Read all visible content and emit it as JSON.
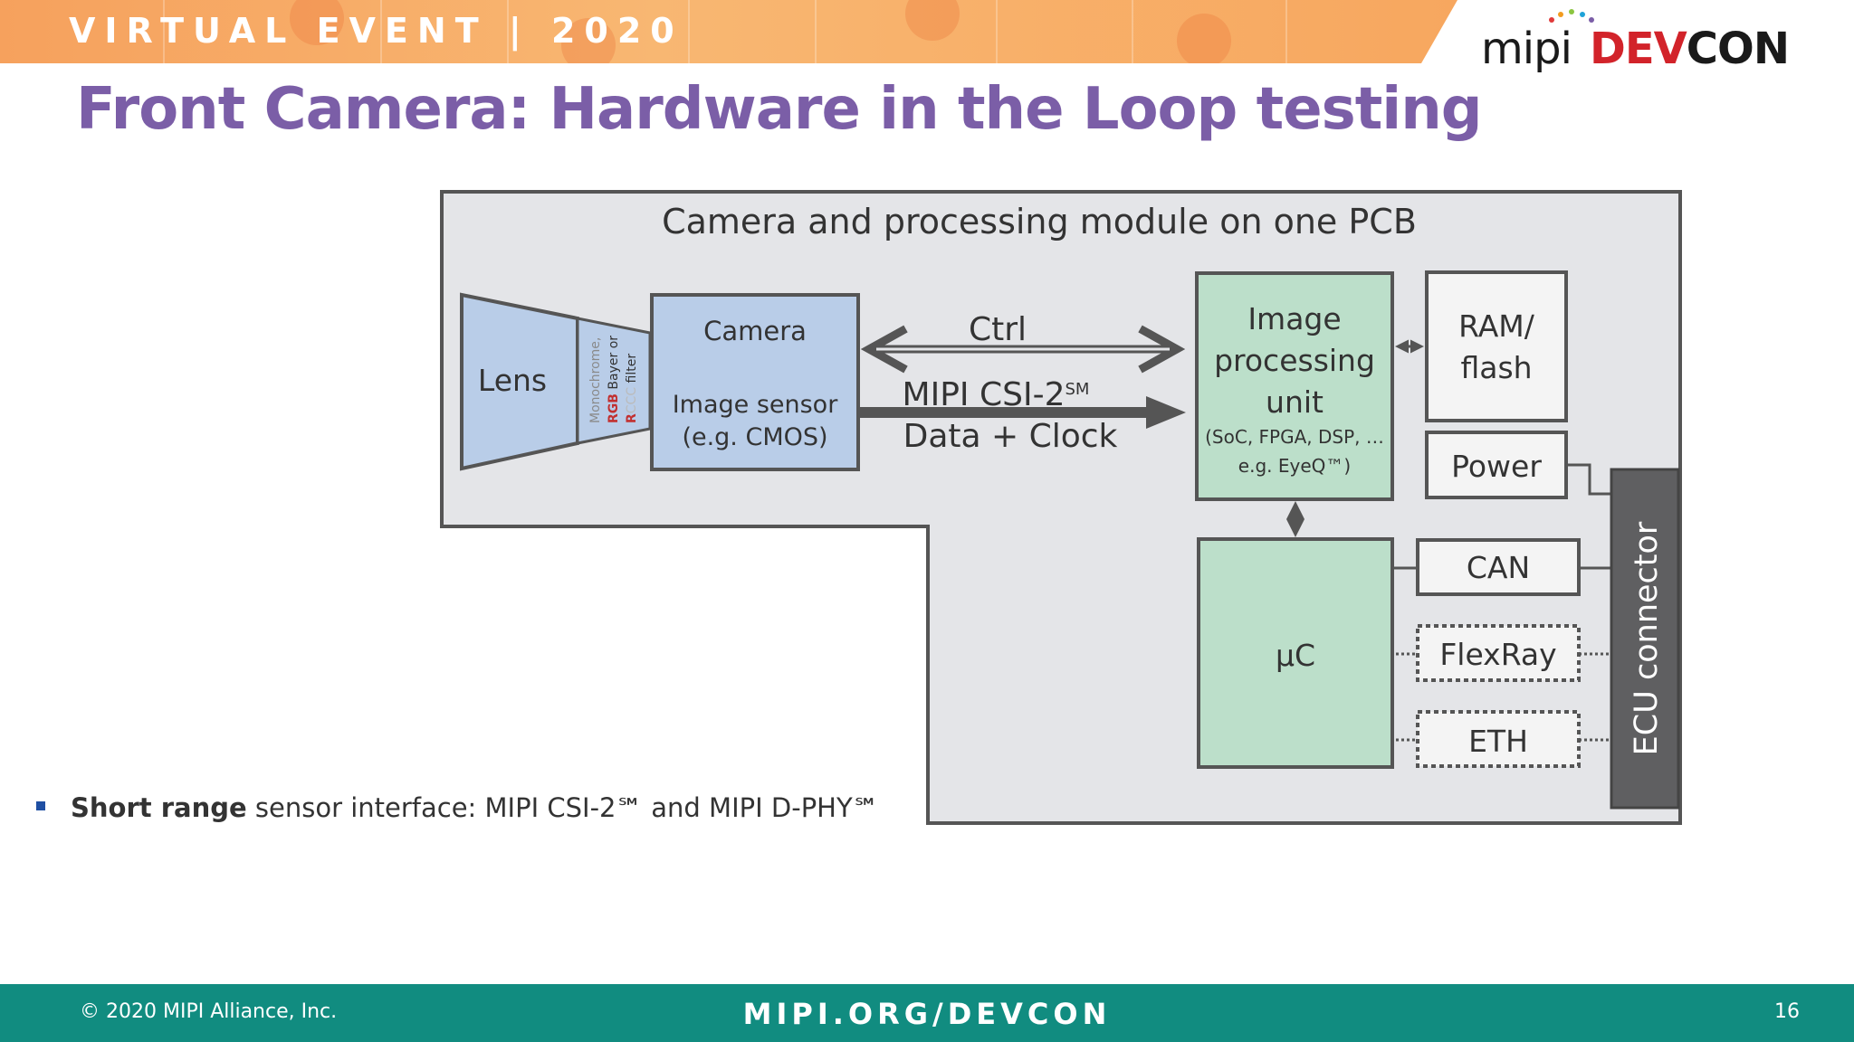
{
  "banner": {
    "text": "VIRTUAL EVENT | 2020"
  },
  "logo": {
    "part1": "mipi",
    "part2": "DEV",
    "part3": "CON"
  },
  "slide": {
    "title": "Front Camera: Hardware in the Loop testing"
  },
  "diagram": {
    "module_label": "Camera and processing module on one PCB",
    "lens": "Lens",
    "filter_line1": "Monochrome,",
    "filter_line2_a": "RGB",
    "filter_line2_b": " Bayer or",
    "filter_line3_a": "R",
    "filter_line3_b": "CCC",
    "filter_line3_c": " filter",
    "camera_title": "Camera",
    "camera_sensor": "Image sensor",
    "camera_example": "(e.g. CMOS)",
    "ctrl": "Ctrl",
    "csi": "MIPI CSI-2",
    "csi_sm": "SM",
    "data_clock": "Data + Clock",
    "ipu_line1": "Image",
    "ipu_line2": "processing",
    "ipu_line3": "unit",
    "ipu_line4": "(SoC, FPGA, DSP, …",
    "ipu_line5": "e.g. EyeQ™)",
    "ram_line1": "RAM/",
    "ram_line2": "flash",
    "power": "Power",
    "uc": "µC",
    "can": "CAN",
    "flexray": "FlexRay",
    "eth": "ETH",
    "ecu_connector": "ECU connector"
  },
  "bullet": {
    "bold": "Short range",
    "rest": " sensor interface: MIPI CSI-2℠ and MIPI D-PHY℠"
  },
  "footer": {
    "copyright": "© 2020 MIPI Alliance, Inc.",
    "url": "MIPI.ORG/DEVCON",
    "page": "16"
  },
  "colors": {
    "title": "#7b5ea7",
    "footer": "#118c80",
    "camera_fill": "#b9cde8",
    "processing_fill": "#bcdfca",
    "module_fill": "#e4e5e8",
    "ecu_fill": "#5f5f61"
  }
}
